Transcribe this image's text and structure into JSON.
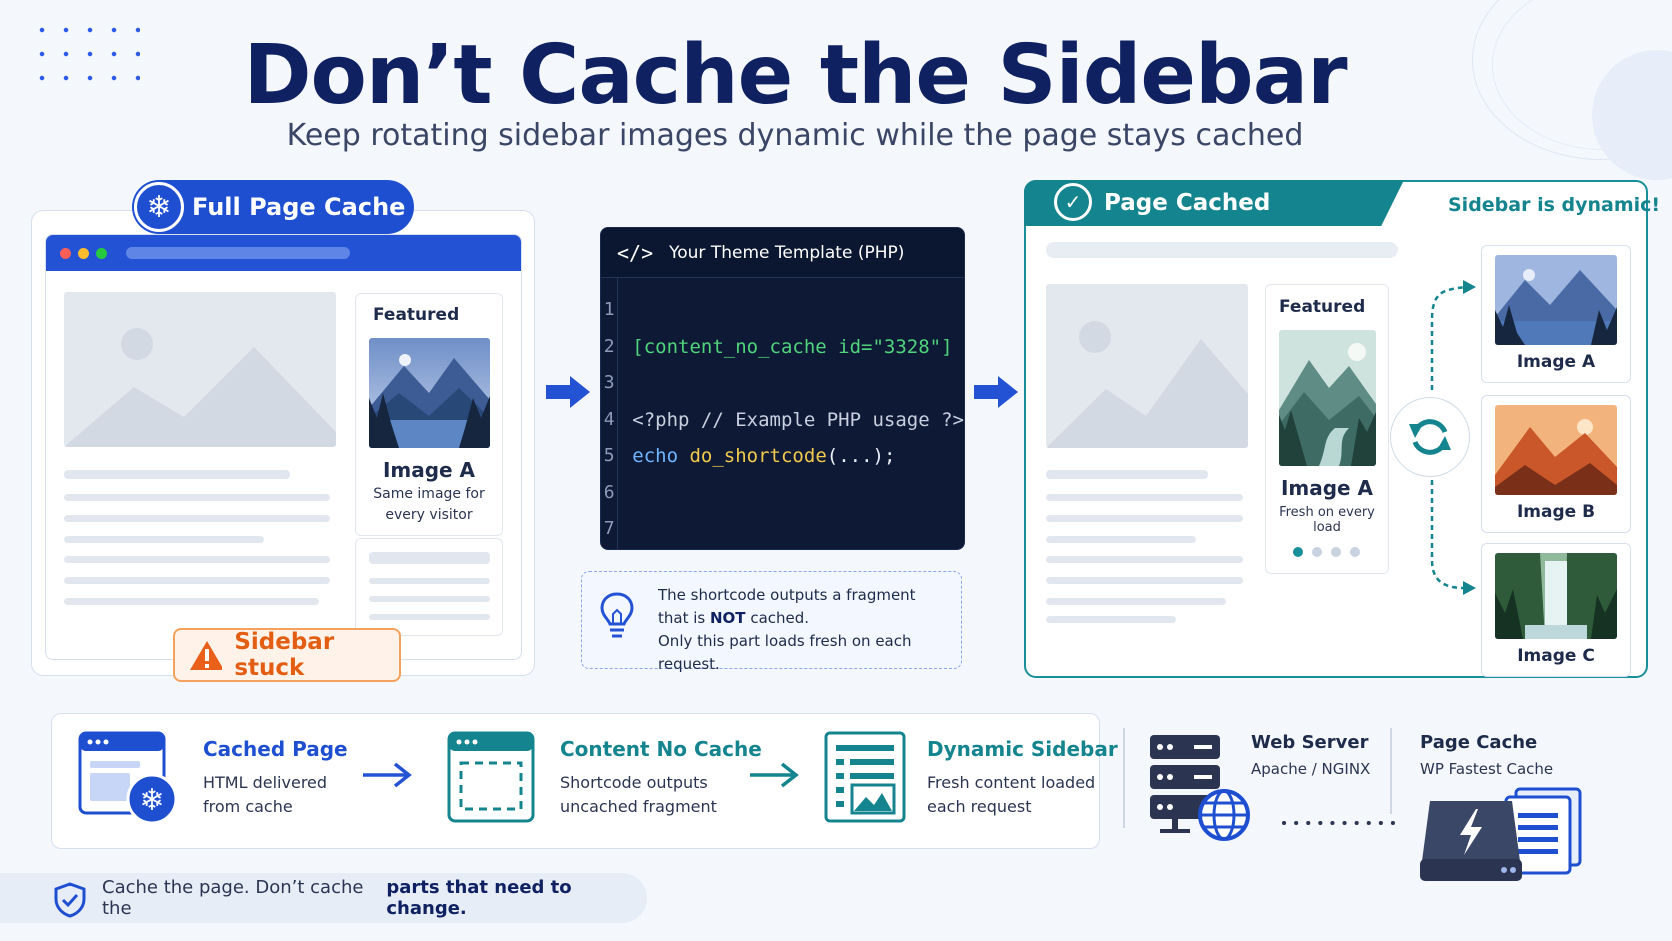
{
  "title": "Don’t Cache the Sidebar",
  "subtitle": "Keep rotating sidebar images dynamic while the page stays cached",
  "full_page": {
    "label": "Full Page Cache",
    "featured": "Featured",
    "image_name": "Image A",
    "image_note_1": "Same image for",
    "image_note_2": "every visitor",
    "warning": "Sidebar stuck"
  },
  "code": {
    "header": "Your Theme Template (PHP)",
    "line_numbers": [
      "1",
      "2",
      "3",
      "4",
      "5",
      "6",
      "7"
    ],
    "line2": "[content_no_cache id=\"3328\"]",
    "line4": "<?php // Example PHP usage ?>",
    "line5_a": "echo",
    "line5_b": "do_shortcode",
    "line5_c": "(...);",
    "note_1": "The shortcode outputs a fragment",
    "note_2a": "that is",
    "note_2b": "NOT",
    "note_2c": "cached.",
    "note_3": "Only this part loads fresh on each request."
  },
  "page_cached": {
    "label": "Page Cached",
    "dynamic_label": "Sidebar is dynamic!",
    "featured": "Featured",
    "image_name": "Image A",
    "image_note": "Fresh on every load",
    "thumbs": [
      "Image A",
      "Image B",
      "Image C"
    ]
  },
  "flow": [
    {
      "title": "Cached Page",
      "line1": "HTML delivered",
      "line2": "from cache",
      "color": "#1f4fd1"
    },
    {
      "title": "Content No Cache",
      "line1": "Shortcode outputs",
      "line2": "uncached fragment",
      "color": "#14848f"
    },
    {
      "title": "Dynamic Sidebar",
      "line1": "Fresh content loaded",
      "line2": "each request",
      "color": "#14848f"
    }
  ],
  "stack": {
    "server_title": "Web Server",
    "server_sub": "Apache / NGINX",
    "cache_title": "Page Cache",
    "cache_sub": "WP Fastest Cache"
  },
  "footer": {
    "text": "Cache the page. Don’t cache the ",
    "bold": "parts that need to change."
  },
  "colors": {
    "navy": "#0f2161",
    "blue": "#1f4fd1",
    "teal": "#14848f",
    "orange": "#e35e12"
  }
}
